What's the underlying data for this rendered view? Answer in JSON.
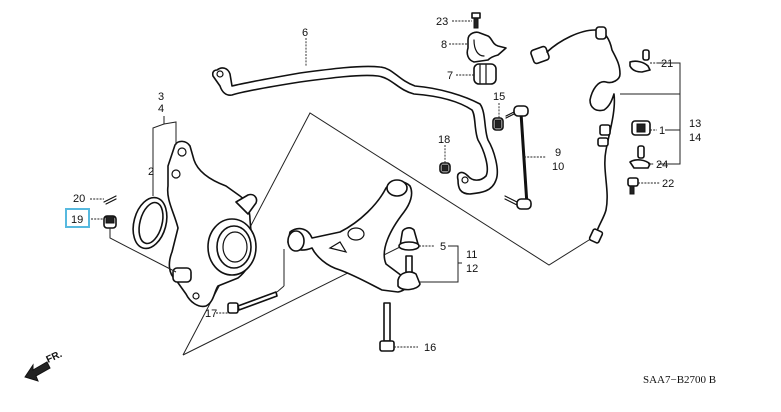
{
  "diagram": {
    "code": "SAA7−B2700 B",
    "direction_label": "FR.",
    "highlight_color": "#57b9df",
    "highlighted_callout": "19",
    "callouts": {
      "c1": "1",
      "c2": "2",
      "c3": "3",
      "c4": "4",
      "c5": "5",
      "c6": "6",
      "c7": "7",
      "c8": "8",
      "c9": "9",
      "c10": "10",
      "c11": "11",
      "c12": "12",
      "c13": "13",
      "c14": "14",
      "c15": "15",
      "c16": "16",
      "c17": "17",
      "c18": "18",
      "c19": "19",
      "c20": "20",
      "c21": "21",
      "c22": "22",
      "c23": "23",
      "c24": "24"
    }
  }
}
